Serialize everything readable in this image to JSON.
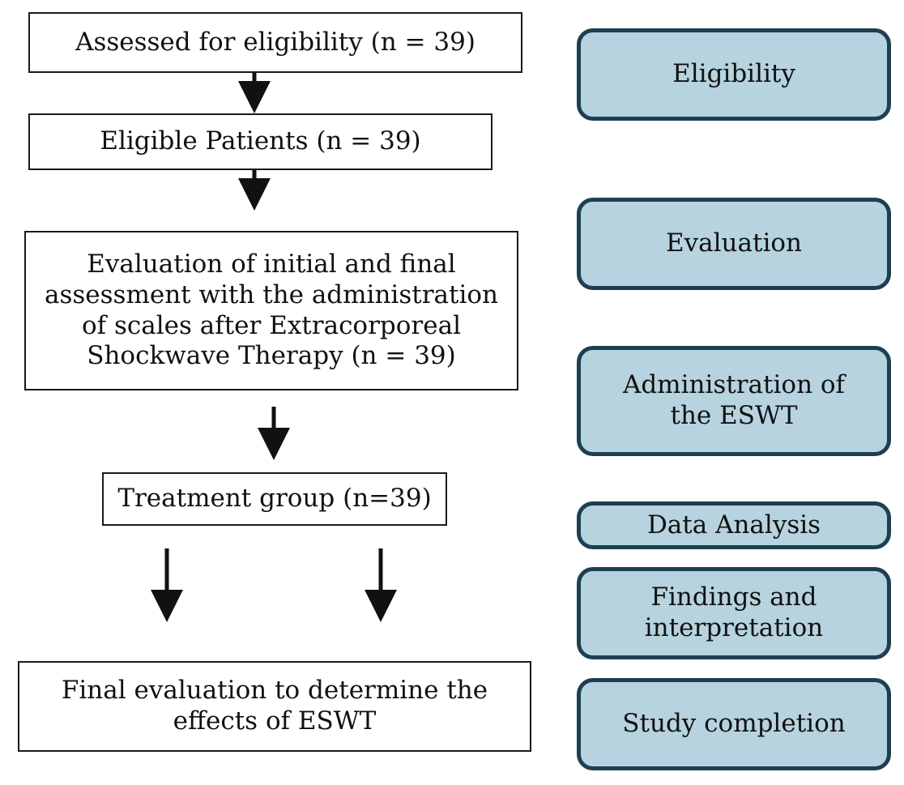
{
  "flow_boxes": [
    "Assessed for eligibility (n = 39)",
    "Eligible Patients (n = 39)",
    "Evaluation of initial and final\nassessment with the administration\nof scales after Extracorporeal\nShockwave Therapy (n = 39)",
    "Treatment group (n=39)",
    "Final evaluation to determine the\neffects of ESWT"
  ],
  "stages": [
    "Eligibility",
    "Evaluation",
    "Administration of\nthe ESWT",
    "Data Analysis",
    "Findings and\ninterpretation",
    "Study completion"
  ],
  "colors": {
    "stage_fill": "#b6d3df",
    "stage_border": "#1d3f52",
    "box_border": "#1a1a1a",
    "arrow": "#111111"
  }
}
